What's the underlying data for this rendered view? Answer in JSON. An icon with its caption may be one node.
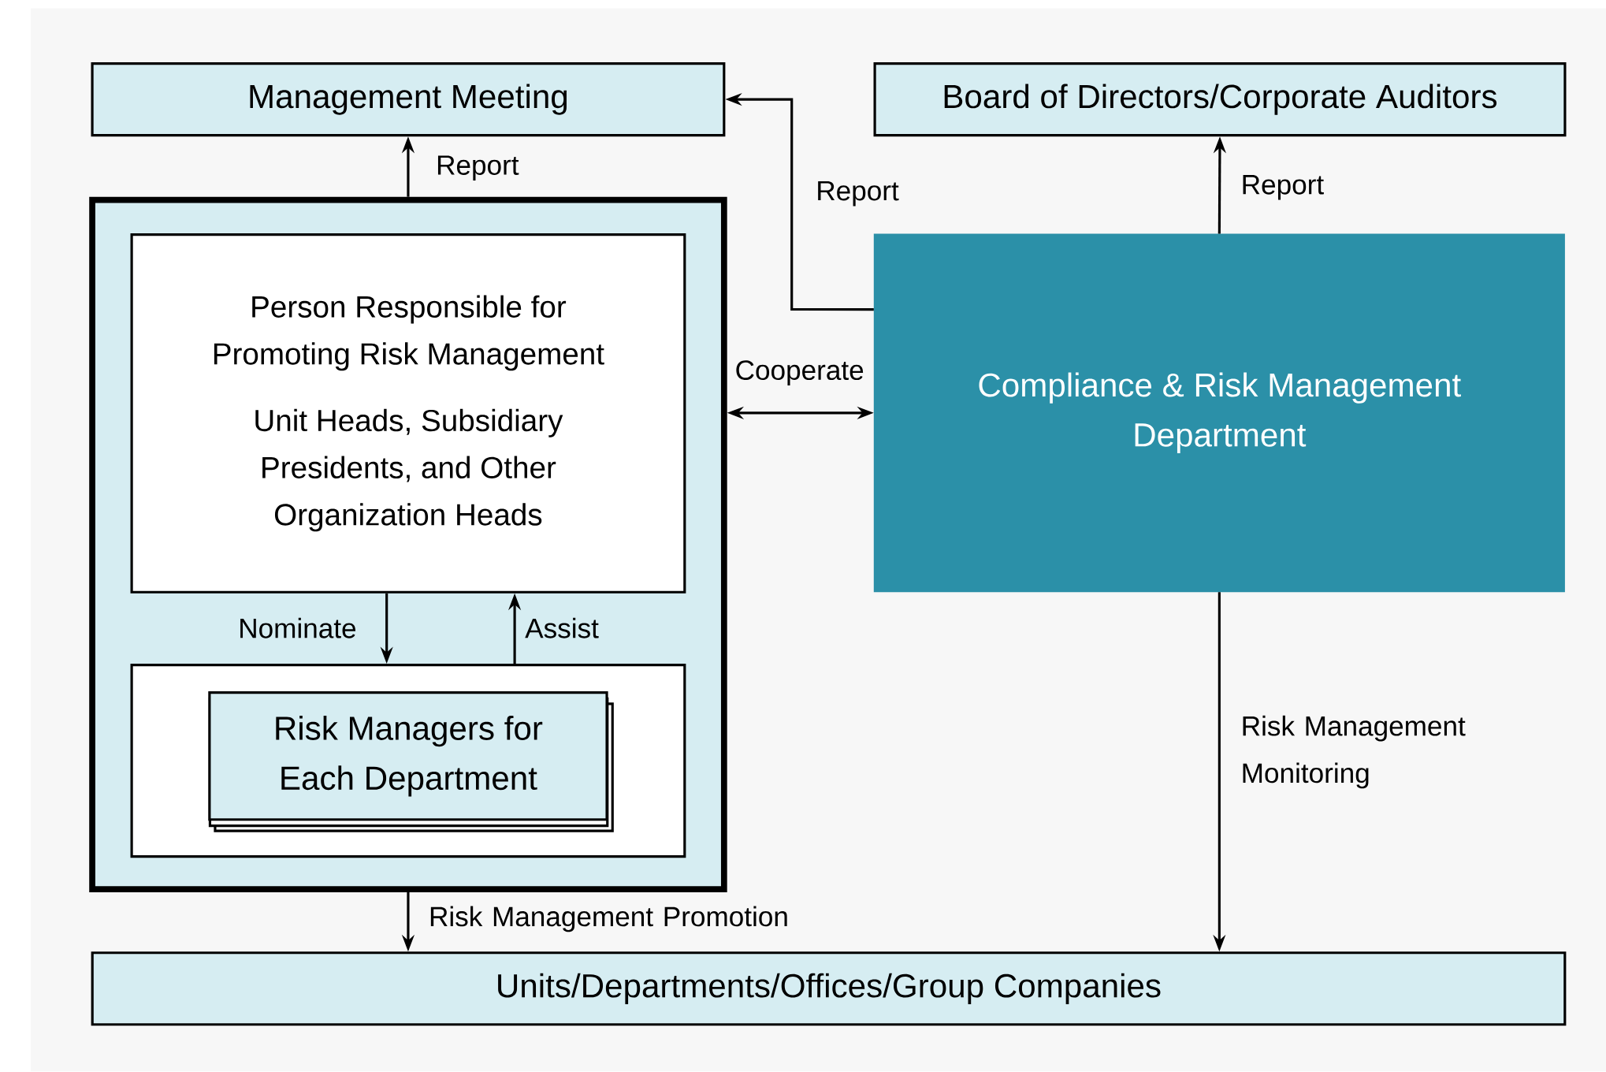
{
  "diagram": {
    "nodes": [
      {
        "text": [
          "Management Meeting"
        ]
      },
      {
        "text": [
          "Board of Directors/Corporate Auditors"
        ]
      },
      {
        "text": [],
        "shape": "box"
      },
      {
        "text": [
          "Person Responsible for Promoting Risk Management",
          "Unit Heads, Subsidiary Presidents, and Other Organization Heads"
        ],
        "in": 2
      },
      {
        "text": [],
        "shape": "box",
        "in": 2
      },
      {
        "text": [
          "Risk Managers for Each Department"
        ],
        "in": 4
      },
      {
        "text": [
          "Compliance & Risk Management Department"
        ]
      },
      {
        "text": [
          "Units/Departments/Offices/Group Companies"
        ]
      }
    ],
    "edges": [
      {
        "from": 2,
        "to": 0,
        "arrow": "to",
        "label": "Report"
      },
      {
        "from": 6,
        "to": 0,
        "arrow": "to",
        "label": "Report"
      },
      {
        "from": 6,
        "to": 1,
        "arrow": "to",
        "label": "Report"
      },
      {
        "from": 2,
        "to": 6,
        "arrow": "both",
        "label": "Cooperate"
      },
      {
        "from": 3,
        "to": 4,
        "arrow": "to",
        "label": "Nominate"
      },
      {
        "from": 4,
        "to": 3,
        "arrow": "to",
        "label": "Assist"
      },
      {
        "from": 2,
        "to": 7,
        "arrow": "to",
        "label": "Risk Management Promotion"
      },
      {
        "from": 6,
        "to": 7,
        "arrow": "to",
        "label": "Risk Management Monitoring"
      }
    ]
  }
}
